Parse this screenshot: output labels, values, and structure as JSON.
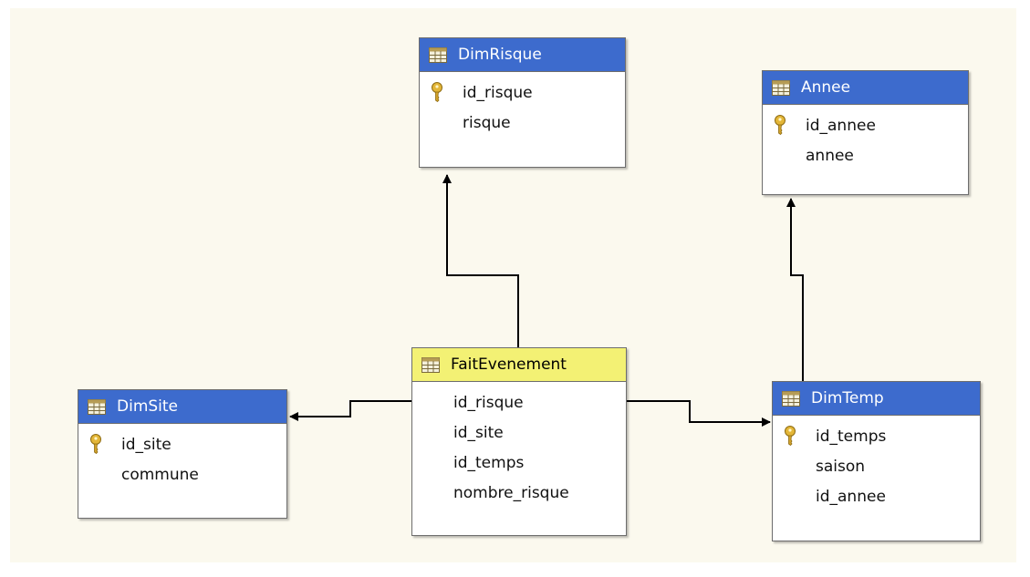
{
  "colors": {
    "canvas": "#fbf9ee",
    "header_dimension": "#3d6bcd",
    "header_fact": "#f3f174",
    "border": "#6d6d6d",
    "connector": "#000000"
  },
  "icons": {
    "table": "table-grid-icon",
    "primary_key": "key-icon"
  },
  "tables": {
    "dim_risque": {
      "name": "DimRisque",
      "columns": [
        {
          "name": "id_risque",
          "primary_key": true
        },
        {
          "name": "risque",
          "primary_key": false
        }
      ]
    },
    "annee": {
      "name": "Annee",
      "columns": [
        {
          "name": "id_annee",
          "primary_key": true
        },
        {
          "name": "annee",
          "primary_key": false
        }
      ]
    },
    "fait_evenement": {
      "name": "FaitEvenement",
      "columns": [
        {
          "name": "id_risque",
          "primary_key": false
        },
        {
          "name": "id_site",
          "primary_key": false
        },
        {
          "name": "id_temps",
          "primary_key": false
        },
        {
          "name": "nombre_risque",
          "primary_key": false
        }
      ]
    },
    "dim_site": {
      "name": "DimSite",
      "columns": [
        {
          "name": "id_site",
          "primary_key": true
        },
        {
          "name": "commune",
          "primary_key": false
        }
      ]
    },
    "dim_temp": {
      "name": "DimTemp",
      "columns": [
        {
          "name": "id_temps",
          "primary_key": true
        },
        {
          "name": "saison",
          "primary_key": false
        },
        {
          "name": "id_annee",
          "primary_key": false
        }
      ]
    }
  },
  "relationships": [
    {
      "from": "FaitEvenement",
      "to": "DimRisque"
    },
    {
      "from": "FaitEvenement",
      "to": "DimSite"
    },
    {
      "from": "FaitEvenement",
      "to": "DimTemp"
    },
    {
      "from": "DimTemp",
      "to": "Annee"
    }
  ]
}
